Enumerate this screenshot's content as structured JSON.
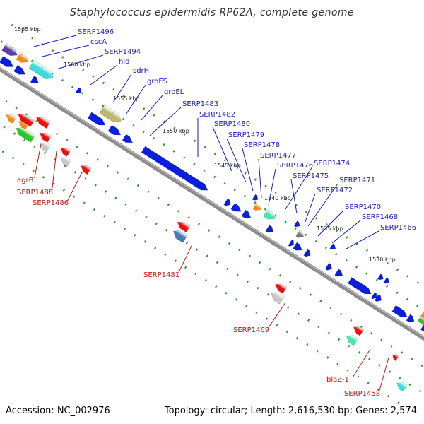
{
  "title": "Staphylococcus epidermidis RP62A, complete genome",
  "footer": {
    "accession": "Accession: NC_002976",
    "summary": "Topology: circular; Length: 2,616,530 bp; Genes: 2,574"
  },
  "colors": {
    "backbone": "#8c8c8c",
    "gene_blue": "#0a1ee0",
    "label_blue": "#1a1acc",
    "label_red": "#cc1010",
    "gene_red": "#ee1010",
    "gene_cyan": "#35d7c8",
    "gene_orange": "#ff8c10",
    "gene_green": "#28c828",
    "gene_olive": "#beb86e",
    "gene_gray": "#c8c8c8",
    "gene_darkgray": "#777777",
    "gene_steelblue": "#4a78b4",
    "gene_purple": "#5a3ea0",
    "gene_mint": "#40e8b4",
    "gene_teal_light": "#3cdcdc",
    "dot_green": "#2e9a2e"
  },
  "ticks": [
    {
      "label": "1565 kbp"
    },
    {
      "label": "1560 kbp"
    },
    {
      "label": "1555 kbp"
    },
    {
      "label": "1550 kbp"
    },
    {
      "label": "1545 kbp"
    },
    {
      "label": "1540 kbp"
    },
    {
      "label": "1535 kbp"
    },
    {
      "label": "1530 kbp"
    }
  ],
  "top_labels": [
    {
      "text": "SERP1496"
    },
    {
      "text": "cscA"
    },
    {
      "text": "SERP1494"
    },
    {
      "text": "hld"
    },
    {
      "text": "sdrH"
    },
    {
      "text": "groES"
    },
    {
      "text": "groEL"
    },
    {
      "text": "SERP1483"
    },
    {
      "text": "SERP1482"
    },
    {
      "text": "SERP1480"
    },
    {
      "text": "SERP1479"
    },
    {
      "text": "SERP1478"
    },
    {
      "text": "SERP1477"
    },
    {
      "text": "SERP1476"
    },
    {
      "text": "SERP1475"
    },
    {
      "text": "SERP1474"
    },
    {
      "text": "SERP1472"
    },
    {
      "text": "SERP1471"
    },
    {
      "text": "SERP1470"
    },
    {
      "text": "SERP1468"
    },
    {
      "text": "SERP1466"
    }
  ],
  "bottom_labels": [
    {
      "text": "agrB"
    },
    {
      "text": "SERP1488"
    },
    {
      "text": "SERP1486"
    },
    {
      "text": "SERP1481"
    },
    {
      "text": "SERP1469"
    },
    {
      "text": "blaZ-1"
    },
    {
      "text": "SERP1458"
    }
  ]
}
